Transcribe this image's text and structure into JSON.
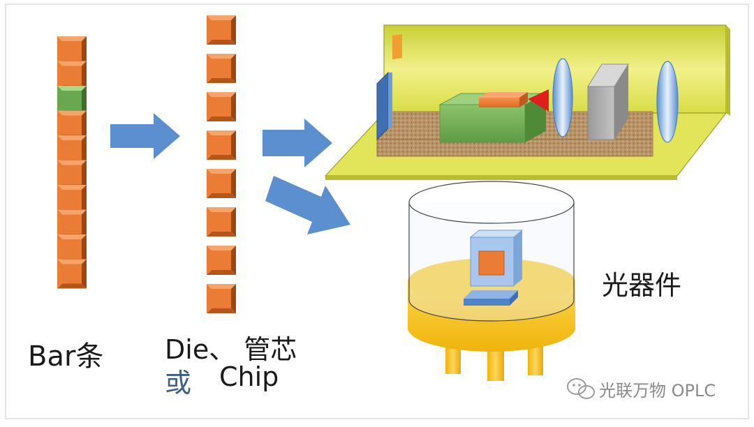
{
  "labels": {
    "bar": "Bar条",
    "die": "Die、 管芯",
    "or": "或",
    "chip": "Chip",
    "device": "光器件"
  },
  "watermark": {
    "text": "光联万物 OPLC"
  },
  "colors": {
    "chip_orange": "#ea7c35",
    "chip_green": "#6aa84f",
    "arrow_blue": "#5b8fd0",
    "board_yellow": "#d7dd3a",
    "can_gold": "#f7c21a",
    "lens_blue": "#9ec1e8"
  },
  "icons": [
    "arrow-right-icon",
    "arrow-down-right-icon",
    "wechat-logo-icon"
  ]
}
